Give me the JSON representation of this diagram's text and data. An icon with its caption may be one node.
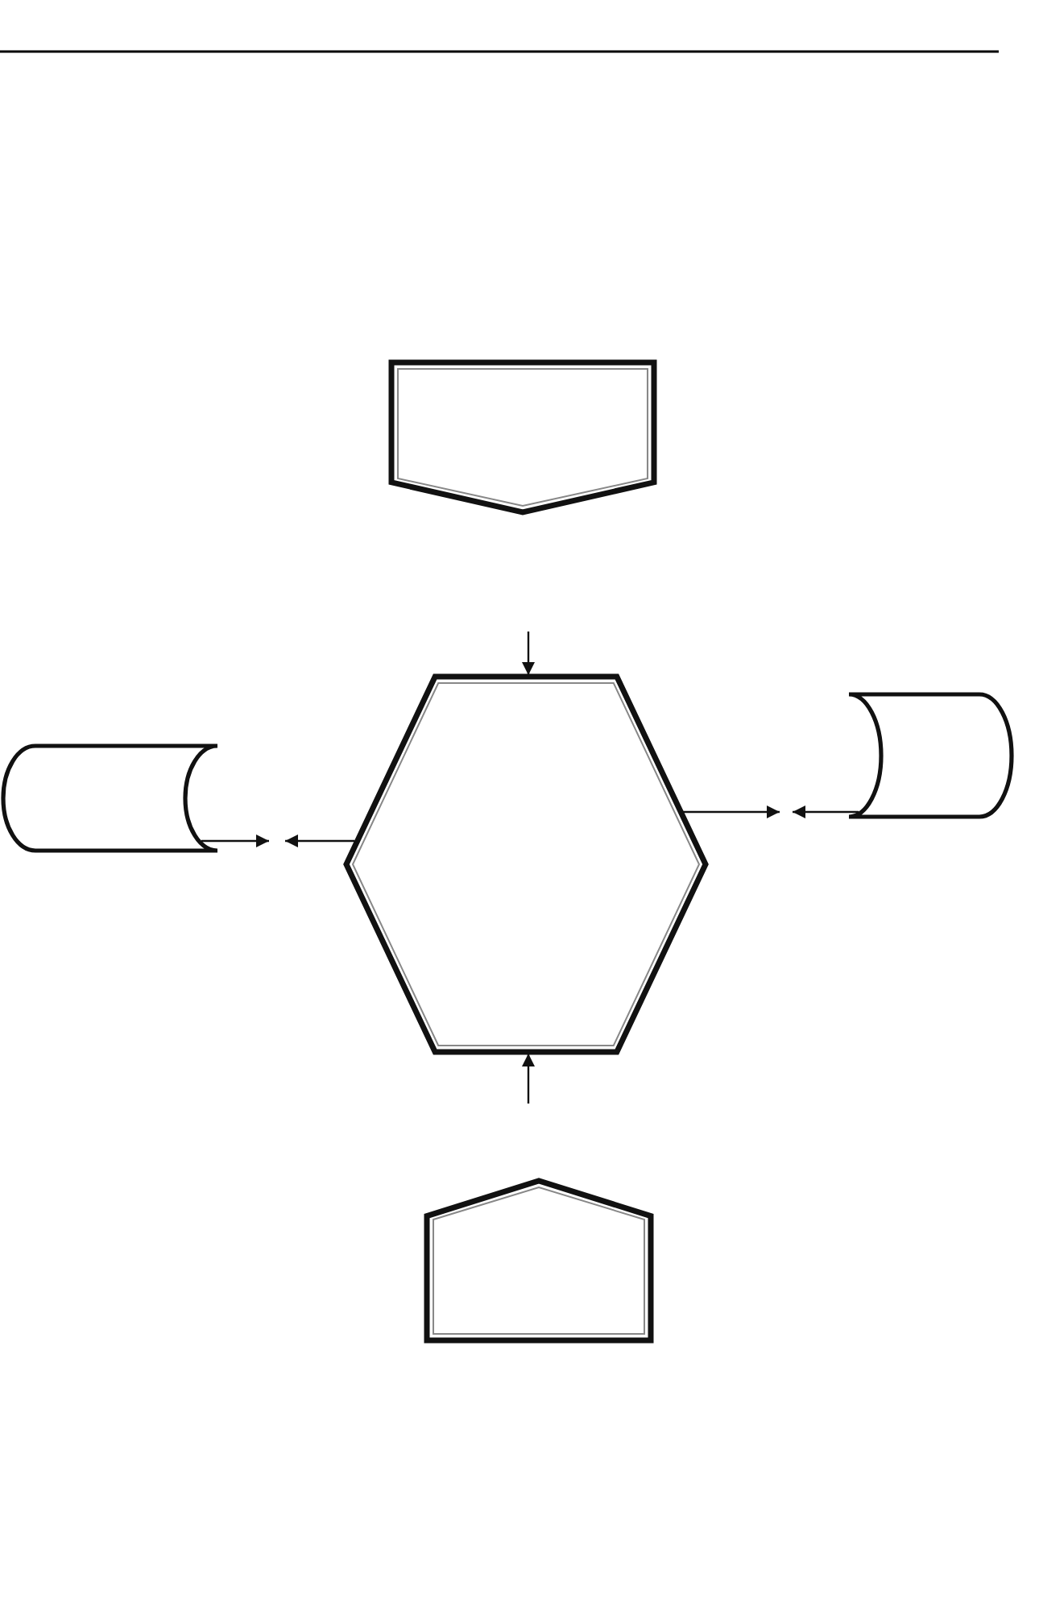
{
  "diagram": {
    "nodes": [
      {
        "text": [],
        "shape": "pentagon"
      },
      {
        "text": [],
        "shape": "cylinder"
      },
      {
        "text": [],
        "shape": "hexagon"
      },
      {
        "text": [],
        "shape": "cylinder"
      },
      {
        "text": [],
        "shape": "pentagon"
      }
    ],
    "edges": [
      {
        "from": 1,
        "to": null,
        "arrow": "to"
      },
      {
        "from": 2,
        "to": null,
        "arrow": "to"
      },
      {
        "from": 2,
        "to": null,
        "arrow": "to"
      },
      {
        "from": 3,
        "to": null,
        "arrow": "to"
      },
      {
        "from": null,
        "to": 2,
        "arrow": "to"
      },
      {
        "from": null,
        "to": 2,
        "arrow": "to"
      }
    ]
  }
}
